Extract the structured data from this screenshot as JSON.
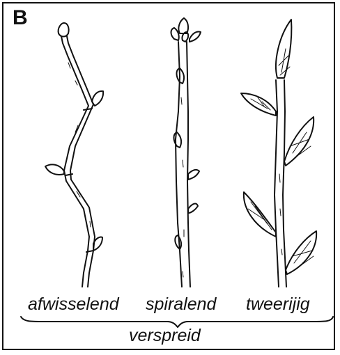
{
  "panel_label": "B",
  "arrangements": [
    {
      "id": "alternate",
      "label": "afwisselend"
    },
    {
      "id": "spiral",
      "label": "spiralend"
    },
    {
      "id": "distichous",
      "label": "tweerijig"
    }
  ],
  "group_label": "verspreid",
  "colors": {
    "ink": "#111111",
    "paper": "#ffffff"
  }
}
